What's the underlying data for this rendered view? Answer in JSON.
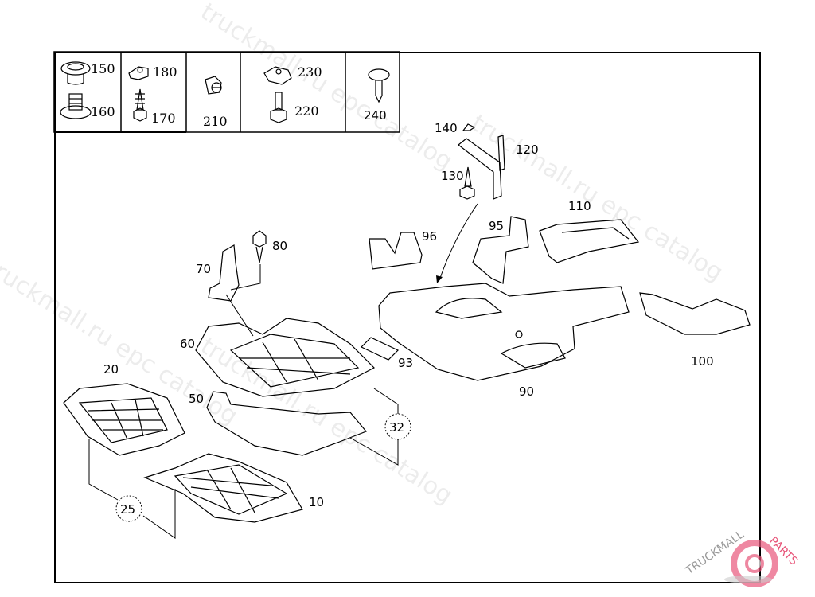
{
  "diagram": {
    "type": "exploded parts diagram",
    "subject": "underbody panelling / engine compartment lining",
    "fastener_table": [
      {
        "cell": 1,
        "items": [
          "150",
          "160"
        ]
      },
      {
        "cell": 2,
        "items": [
          "180",
          "170"
        ]
      },
      {
        "cell": 3,
        "items": [
          "210"
        ]
      },
      {
        "cell": 4,
        "items": [
          "230",
          "220"
        ]
      },
      {
        "cell": 5,
        "items": [
          "240"
        ]
      }
    ],
    "part_labels": {
      "p10": "10",
      "p20": "20",
      "p50": "50",
      "p60": "60",
      "p70": "70",
      "p80": "80",
      "p90": "90",
      "p93": "93",
      "p95": "95",
      "p96": "96",
      "p100": "100",
      "p110": "110",
      "p120": "120",
      "p130": "130",
      "p140": "140"
    },
    "group_callouts": {
      "g25": "25",
      "g32": "32"
    },
    "fastener_labels": {
      "f150": "150",
      "f160": "160",
      "f180": "180",
      "f170": "170",
      "f210": "210",
      "f230": "230",
      "f220": "220",
      "f240": "240"
    }
  },
  "watermarks": [
    "truckmall.ru epc catalog",
    "truckmall.ru epc catalog",
    "truckmall.ru epc catalog",
    "truckmall.ru epc catalog"
  ],
  "logo": {
    "text_left": "TRUCKMALL",
    "text_right": "PARTS",
    "color": "#e8567a"
  }
}
